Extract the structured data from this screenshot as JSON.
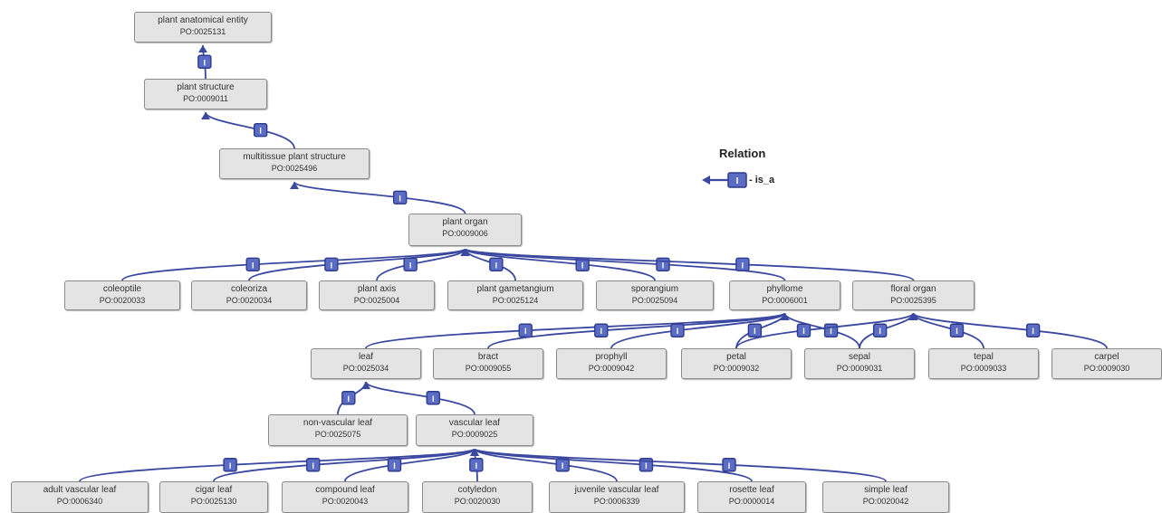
{
  "nodes": [
    {
      "id": "plant_anatomical_entity",
      "label": "plant anatomical entity",
      "pid": "PO:0025131"
    },
    {
      "id": "plant_structure",
      "label": "plant structure",
      "pid": "PO:0009011"
    },
    {
      "id": "multitissue_plant_structure",
      "label": "multitissue plant structure",
      "pid": "PO:0025496"
    },
    {
      "id": "plant_organ",
      "label": "plant organ",
      "pid": "PO:0009006"
    },
    {
      "id": "coleoptile",
      "label": "coleoptile",
      "pid": "PO:0020033"
    },
    {
      "id": "coleorhiza",
      "label": "coleoriza",
      "pid": "PO:0020034"
    },
    {
      "id": "plant_axis",
      "label": "plant axis",
      "pid": "PO:0025004"
    },
    {
      "id": "plant_gametangium",
      "label": "plant gametangium",
      "pid": "PO:0025124"
    },
    {
      "id": "sporangium",
      "label": "sporangium",
      "pid": "PO:0025094"
    },
    {
      "id": "phyllome",
      "label": "phyllome",
      "pid": "PO:0006001"
    },
    {
      "id": "floral_organ",
      "label": "floral organ",
      "pid": "PO:0025395"
    },
    {
      "id": "leaf",
      "label": "leaf",
      "pid": "PO:0025034"
    },
    {
      "id": "bract",
      "label": "bract",
      "pid": "PO:0009055"
    },
    {
      "id": "prophyll",
      "label": "prophyll",
      "pid": "PO:0009042"
    },
    {
      "id": "petal",
      "label": "petal",
      "pid": "PO:0009032"
    },
    {
      "id": "sepal",
      "label": "sepal",
      "pid": "PO:0009031"
    },
    {
      "id": "tepal",
      "label": "tepal",
      "pid": "PO:0009033"
    },
    {
      "id": "carpel",
      "label": "carpel",
      "pid": "PO:0009030"
    },
    {
      "id": "non_vascular_leaf",
      "label": "non-vascular leaf",
      "pid": "PO:0025075"
    },
    {
      "id": "vascular_leaf",
      "label": "vascular leaf",
      "pid": "PO:0009025"
    },
    {
      "id": "adult_vascular_leaf",
      "label": "adult vascular leaf",
      "pid": "PO:0006340"
    },
    {
      "id": "cigar_leaf",
      "label": "cigar leaf",
      "pid": "PO:0025130"
    },
    {
      "id": "compound_leaf",
      "label": "compound leaf",
      "pid": "PO:0020043"
    },
    {
      "id": "cotyledon",
      "label": "cotyledon",
      "pid": "PO:0020030"
    },
    {
      "id": "juvenile_vascular_leaf",
      "label": "juvenile vascular leaf",
      "pid": "PO:0006339"
    },
    {
      "id": "rosette_leaf",
      "label": "rosette leaf",
      "pid": "PO:0000014"
    },
    {
      "id": "simple_leaf",
      "label": "simple leaf",
      "pid": "PO:0020042"
    }
  ],
  "edges": [
    {
      "child": "plant_structure",
      "parent": "plant_anatomical_entity",
      "relation": "is_a"
    },
    {
      "child": "multitissue_plant_structure",
      "parent": "plant_structure",
      "relation": "is_a"
    },
    {
      "child": "plant_organ",
      "parent": "multitissue_plant_structure",
      "relation": "is_a"
    },
    {
      "child": "coleoptile",
      "parent": "plant_organ",
      "relation": "is_a"
    },
    {
      "child": "coleorhiza",
      "parent": "plant_organ",
      "relation": "is_a"
    },
    {
      "child": "plant_axis",
      "parent": "plant_organ",
      "relation": "is_a"
    },
    {
      "child": "plant_gametangium",
      "parent": "plant_organ",
      "relation": "is_a"
    },
    {
      "child": "sporangium",
      "parent": "plant_organ",
      "relation": "is_a"
    },
    {
      "child": "phyllome",
      "parent": "plant_organ",
      "relation": "is_a"
    },
    {
      "child": "floral_organ",
      "parent": "plant_organ",
      "relation": "is_a"
    },
    {
      "child": "leaf",
      "parent": "phyllome",
      "relation": "is_a"
    },
    {
      "child": "bract",
      "parent": "phyllome",
      "relation": "is_a"
    },
    {
      "child": "prophyll",
      "parent": "phyllome",
      "relation": "is_a"
    },
    {
      "child": "petal",
      "parent": "phyllome",
      "relation": "is_a"
    },
    {
      "child": "sepal",
      "parent": "phyllome",
      "relation": "is_a"
    },
    {
      "child": "petal",
      "parent": "floral_organ",
      "relation": "is_a"
    },
    {
      "child": "sepal",
      "parent": "floral_organ",
      "relation": "is_a"
    },
    {
      "child": "tepal",
      "parent": "floral_organ",
      "relation": "is_a"
    },
    {
      "child": "carpel",
      "parent": "floral_organ",
      "relation": "is_a"
    },
    {
      "child": "non_vascular_leaf",
      "parent": "leaf",
      "relation": "is_a"
    },
    {
      "child": "vascular_leaf",
      "parent": "leaf",
      "relation": "is_a"
    },
    {
      "child": "adult_vascular_leaf",
      "parent": "vascular_leaf",
      "relation": "is_a"
    },
    {
      "child": "cigar_leaf",
      "parent": "vascular_leaf",
      "relation": "is_a"
    },
    {
      "child": "compound_leaf",
      "parent": "vascular_leaf",
      "relation": "is_a"
    },
    {
      "child": "cotyledon",
      "parent": "vascular_leaf",
      "relation": "is_a"
    },
    {
      "child": "juvenile_vascular_leaf",
      "parent": "vascular_leaf",
      "relation": "is_a"
    },
    {
      "child": "rosette_leaf",
      "parent": "vascular_leaf",
      "relation": "is_a"
    },
    {
      "child": "simple_leaf",
      "parent": "vascular_leaf",
      "relation": "is_a"
    }
  ],
  "legend": {
    "title": "Relation",
    "badge_glyph": "I",
    "text": "- is_a"
  },
  "colors": {
    "edge": "#3a48a0",
    "badge_fill": "#5b6cc4",
    "badge_stroke": "#2e3a8c",
    "node_fill": "#e4e4e4",
    "node_border": "#8a8a8a"
  }
}
